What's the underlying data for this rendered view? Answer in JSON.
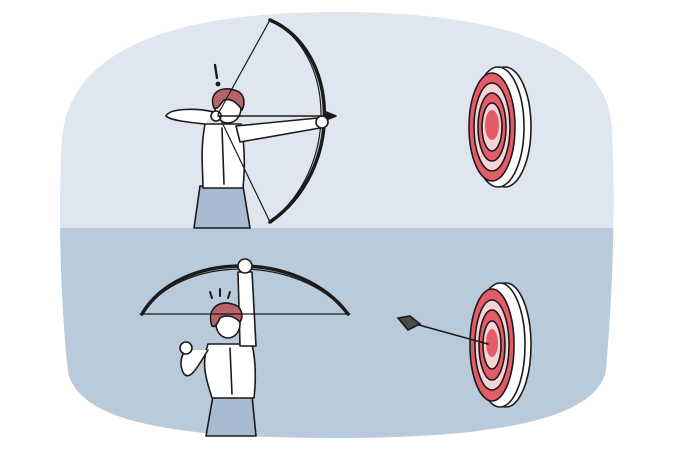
{
  "scene": {
    "type": "flat vector illustration",
    "panels": [
      {
        "name": "top-panel",
        "state": "aiming"
      },
      {
        "name": "bottom-panel",
        "state": "holding bow overhead, arrow hit target"
      }
    ],
    "annotation_marks": [
      "exclamation-mark",
      "stress-marks"
    ]
  },
  "colors": {
    "panel_top": "#dfe6f0",
    "panel_bottom": "#b9cadb",
    "outline": "#1b1b1b",
    "hair": "#b7636a",
    "skin": "#ffffff",
    "target_red": "#e45c68",
    "target_light": "#f6d3d6",
    "skirt": "#a9bbd0"
  }
}
